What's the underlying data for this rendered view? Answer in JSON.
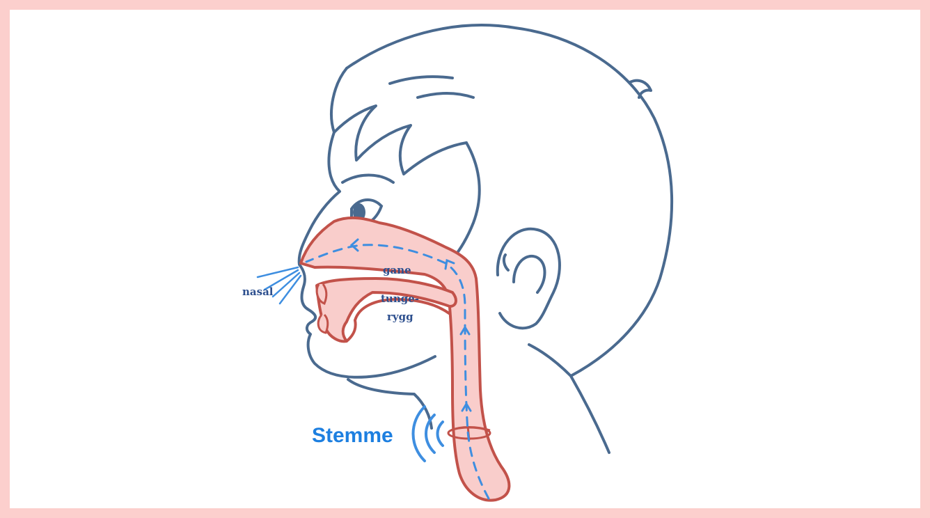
{
  "colors": {
    "frame": "#fccfcd",
    "outline": "#4a6a8f",
    "tract_fill": "#f9cdcb",
    "tract_stroke": "#c2524a",
    "airflow": "#3e8ee0",
    "label_dark": "#2d4f8e",
    "voice_label": "#1d7fe0"
  },
  "labels": {
    "nasal": "nasal",
    "gane": "gane",
    "tungerygg_line1": "tunge-",
    "tungerygg_line2": "rygg",
    "stemme": "Stemme"
  },
  "icons": {
    "sound_waves": "sound-waves-icon",
    "nasal_rays": "airflow-rays-icon"
  }
}
